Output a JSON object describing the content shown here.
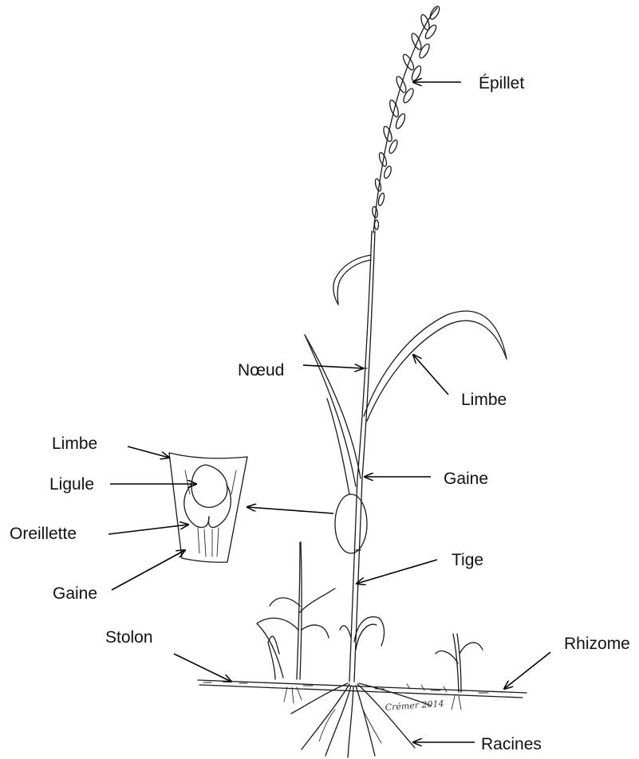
{
  "labels": {
    "epillet": "Épillet",
    "noeud": "Nœud",
    "limbe_main": "Limbe",
    "limbe_detail": "Limbe",
    "ligule": "Ligule",
    "oreillette": "Oreillette",
    "gaine_main": "Gaine",
    "gaine_detail": "Gaine",
    "tige": "Tige",
    "stolon": "Stolon",
    "rhizome": "Rhizome",
    "racines": "Racines"
  },
  "signature": "Crémer 2014",
  "colors": {
    "ink": "#1a1a1a",
    "background": "#ffffff"
  }
}
